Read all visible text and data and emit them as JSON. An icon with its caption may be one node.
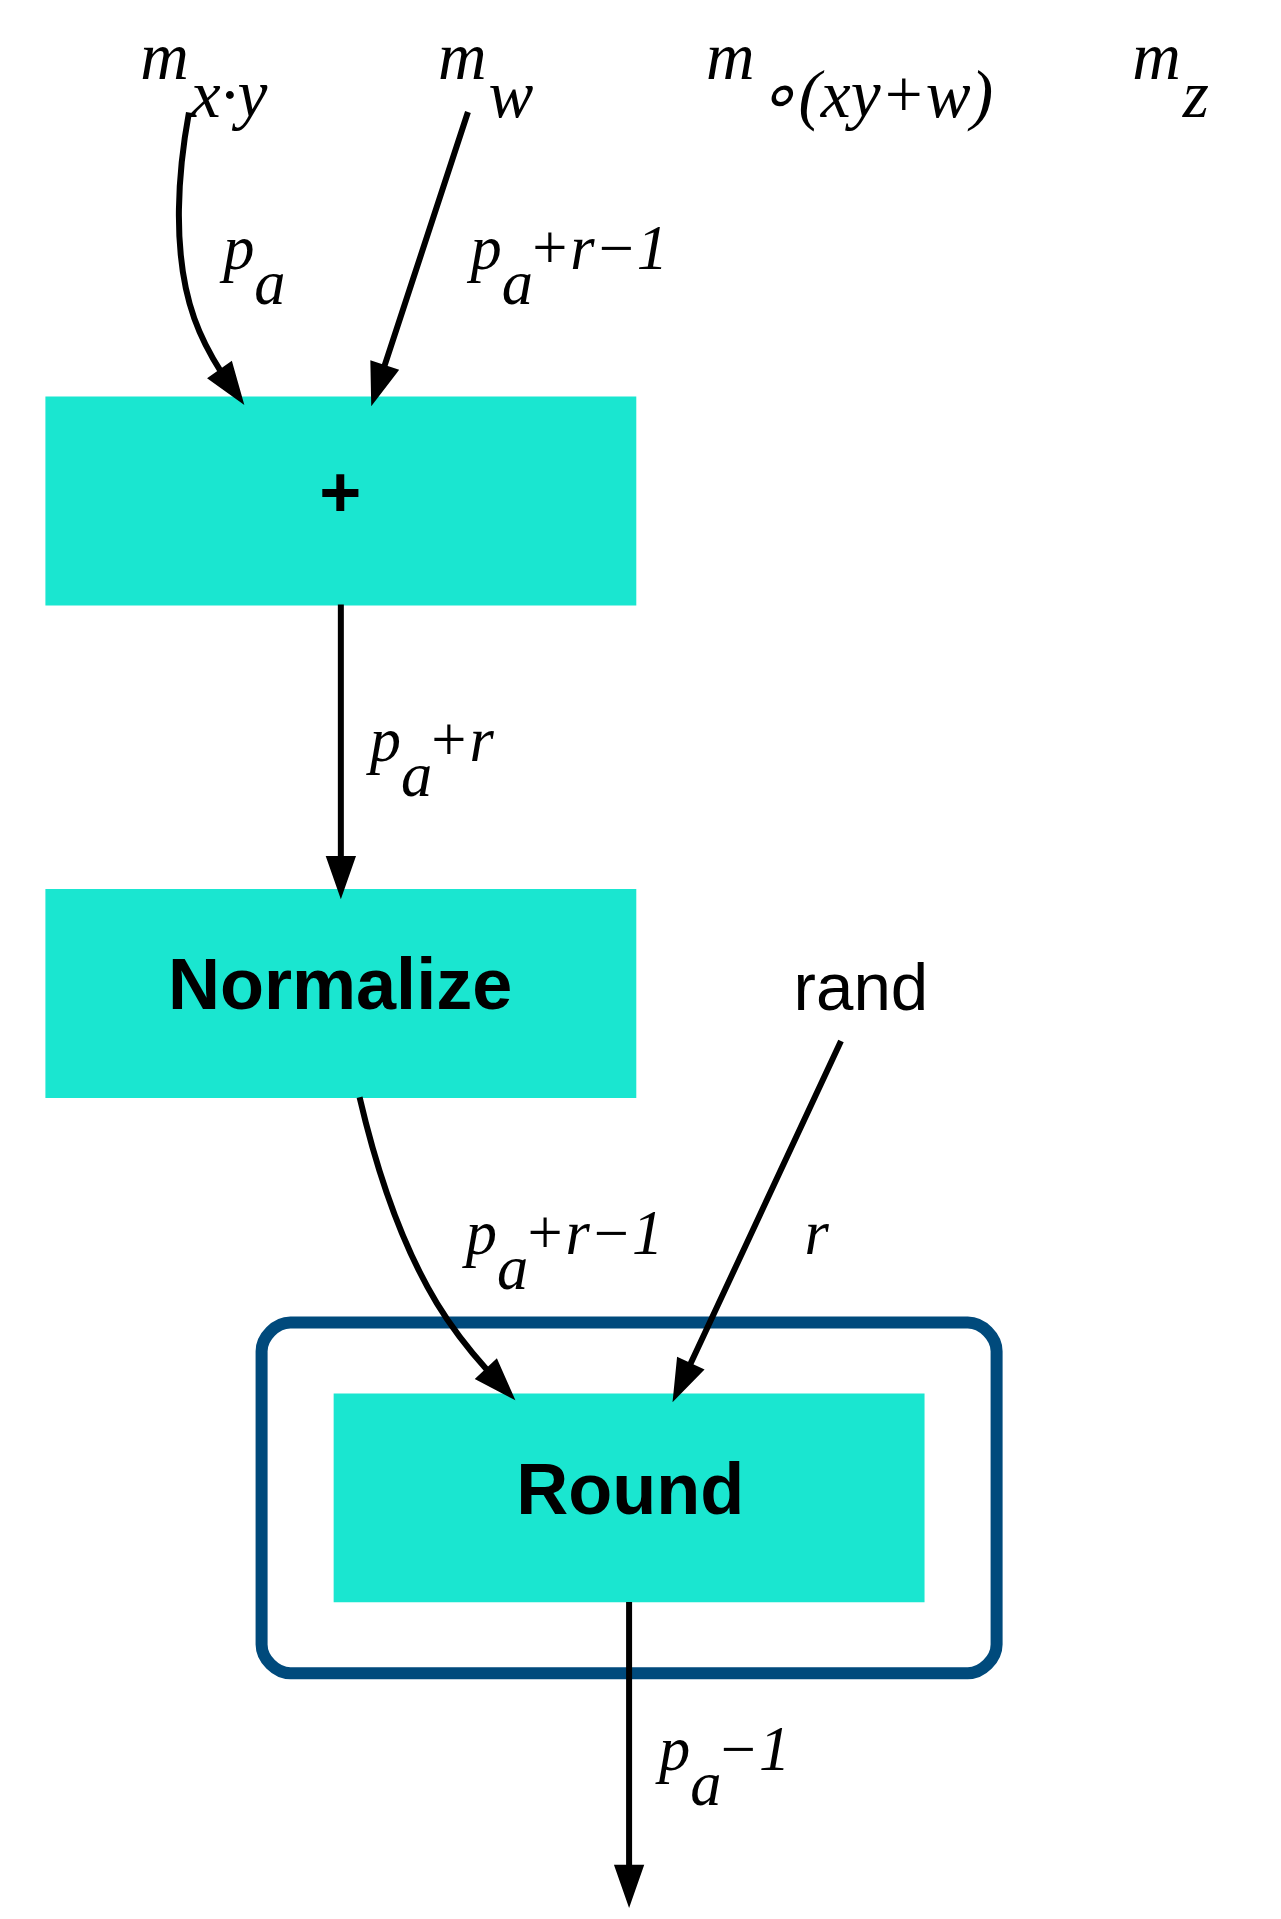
{
  "diagram": {
    "nodes": [
      {
        "text": [
          "m$_{x·y}$"
        ]
      },
      {
        "text": [
          "m$_{w}$"
        ]
      },
      {
        "text": [
          "+"
        ]
      },
      {
        "text": [
          "Normalize"
        ]
      },
      {
        "text": [],
        "shape": "ellipse"
      },
      {
        "text": [
          "Round"
        ],
        "in": 4
      },
      {
        "text": [
          "rand"
        ]
      }
    ],
    "edges": [
      {
        "from": 0,
        "to": 2,
        "arrow": "to",
        "label": "p$_{a}$"
      },
      {
        "from": 1,
        "to": 2,
        "arrow": "to",
        "label": "p$_{a}$+r−1"
      },
      {
        "from": 2,
        "to": 3,
        "arrow": "to",
        "label": "p$_{a}$+r"
      },
      {
        "from": 3,
        "to": 5,
        "arrow": "to",
        "label": "p$_{a}$+r−1"
      },
      {
        "from": 6,
        "to": 5,
        "arrow": "to",
        "label": "r"
      },
      {
        "from": 5,
        "to": null,
        "arrow": "to",
        "label": "p$_{a}$−1"
      }
    ],
    "labels": [
      "m$_{∘(xy+w)}$",
      "m$_{z}$"
    ]
  }
}
